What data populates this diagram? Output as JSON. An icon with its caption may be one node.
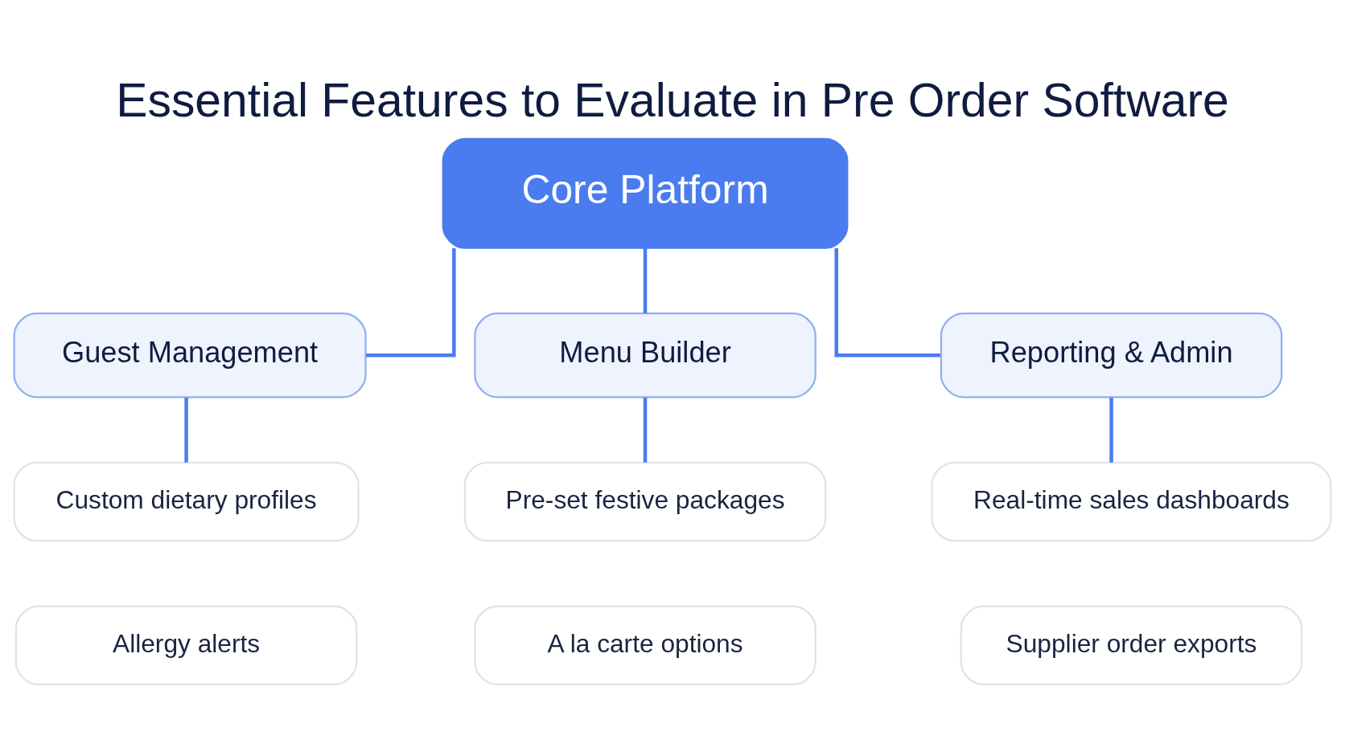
{
  "diagram": {
    "title": "Essential Features to Evaluate in Pre Order Software",
    "nodes": [
      {
        "text": [
          "Core Platform"
        ]
      },
      {
        "text": [
          "Guest Management"
        ]
      },
      {
        "text": [
          "Menu Builder"
        ]
      },
      {
        "text": [
          "Reporting & Admin"
        ]
      },
      {
        "text": [
          "Custom dietary profiles"
        ]
      },
      {
        "text": [
          "Allergy alerts"
        ]
      },
      {
        "text": [
          "Pre-set festive packages"
        ]
      },
      {
        "text": [
          "A la carte options"
        ]
      },
      {
        "text": [
          "Real-time sales dashboards"
        ]
      },
      {
        "text": [
          "Supplier order exports"
        ]
      }
    ],
    "edges": [
      {
        "from": 0,
        "to": 1,
        "arrow": "none"
      },
      {
        "from": 0,
        "to": 2,
        "arrow": "none"
      },
      {
        "from": 0,
        "to": 3,
        "arrow": "none"
      },
      {
        "from": 1,
        "to": 4,
        "arrow": "none"
      },
      {
        "from": 2,
        "to": 6,
        "arrow": "none"
      },
      {
        "from": 3,
        "to": 8,
        "arrow": "none"
      }
    ]
  }
}
